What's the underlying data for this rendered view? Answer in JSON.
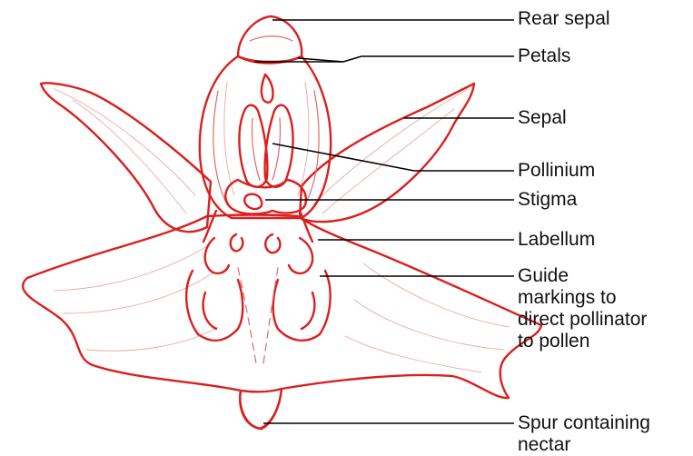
{
  "diagram": {
    "labels": {
      "rear_sepal": "Rear sepal",
      "petals": "Petals",
      "sepal": "Sepal",
      "pollinium": "Pollinium",
      "stigma": "Stigma",
      "labellum": "Labellum",
      "guide_markings": [
        "Guide",
        "markings to",
        "direct pollinator",
        "to pollen"
      ],
      "spur": [
        "Spur containing",
        "nectar"
      ]
    },
    "colors": {
      "outline": "#d9201f",
      "shading": "#e06a68",
      "leader_lines": "#000000"
    }
  }
}
